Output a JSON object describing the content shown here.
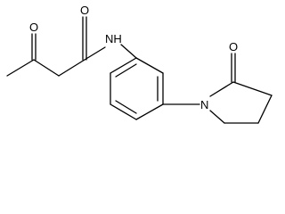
{
  "diagram": {
    "type": "chemical-structure",
    "atoms": {
      "keto_oxygen": "O",
      "amide_oxygen": "O",
      "amide_nitrogen": "NH",
      "lactam_oxygen": "O",
      "ring_nitrogen": "N"
    }
  }
}
